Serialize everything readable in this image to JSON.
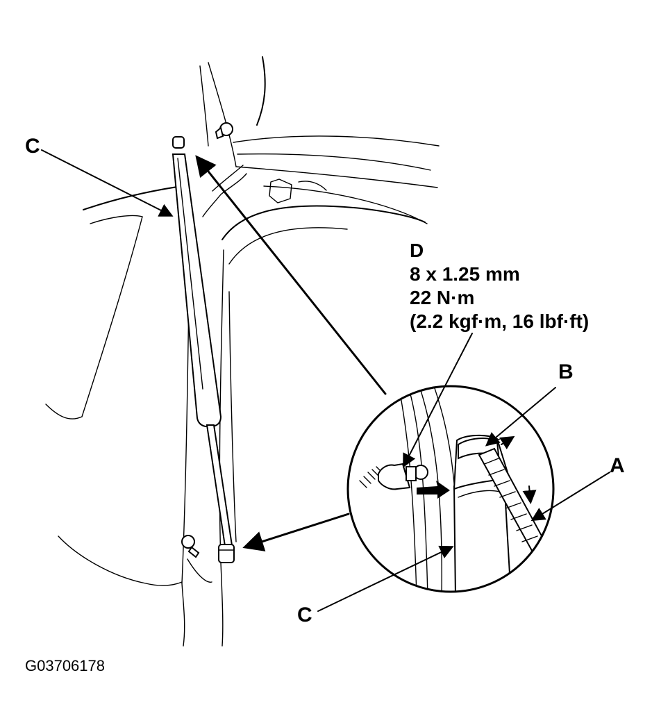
{
  "figure_code": "G03706178",
  "callouts": {
    "a": "A",
    "b": "B",
    "c_top": "C",
    "c_bottom": "C",
    "d": "D"
  },
  "fastener_spec": {
    "size": "8 x 1.25 mm",
    "torque_nm": "22 N·m",
    "torque_alt": "(2.2 kgf·m, 16 lbf·ft)"
  }
}
